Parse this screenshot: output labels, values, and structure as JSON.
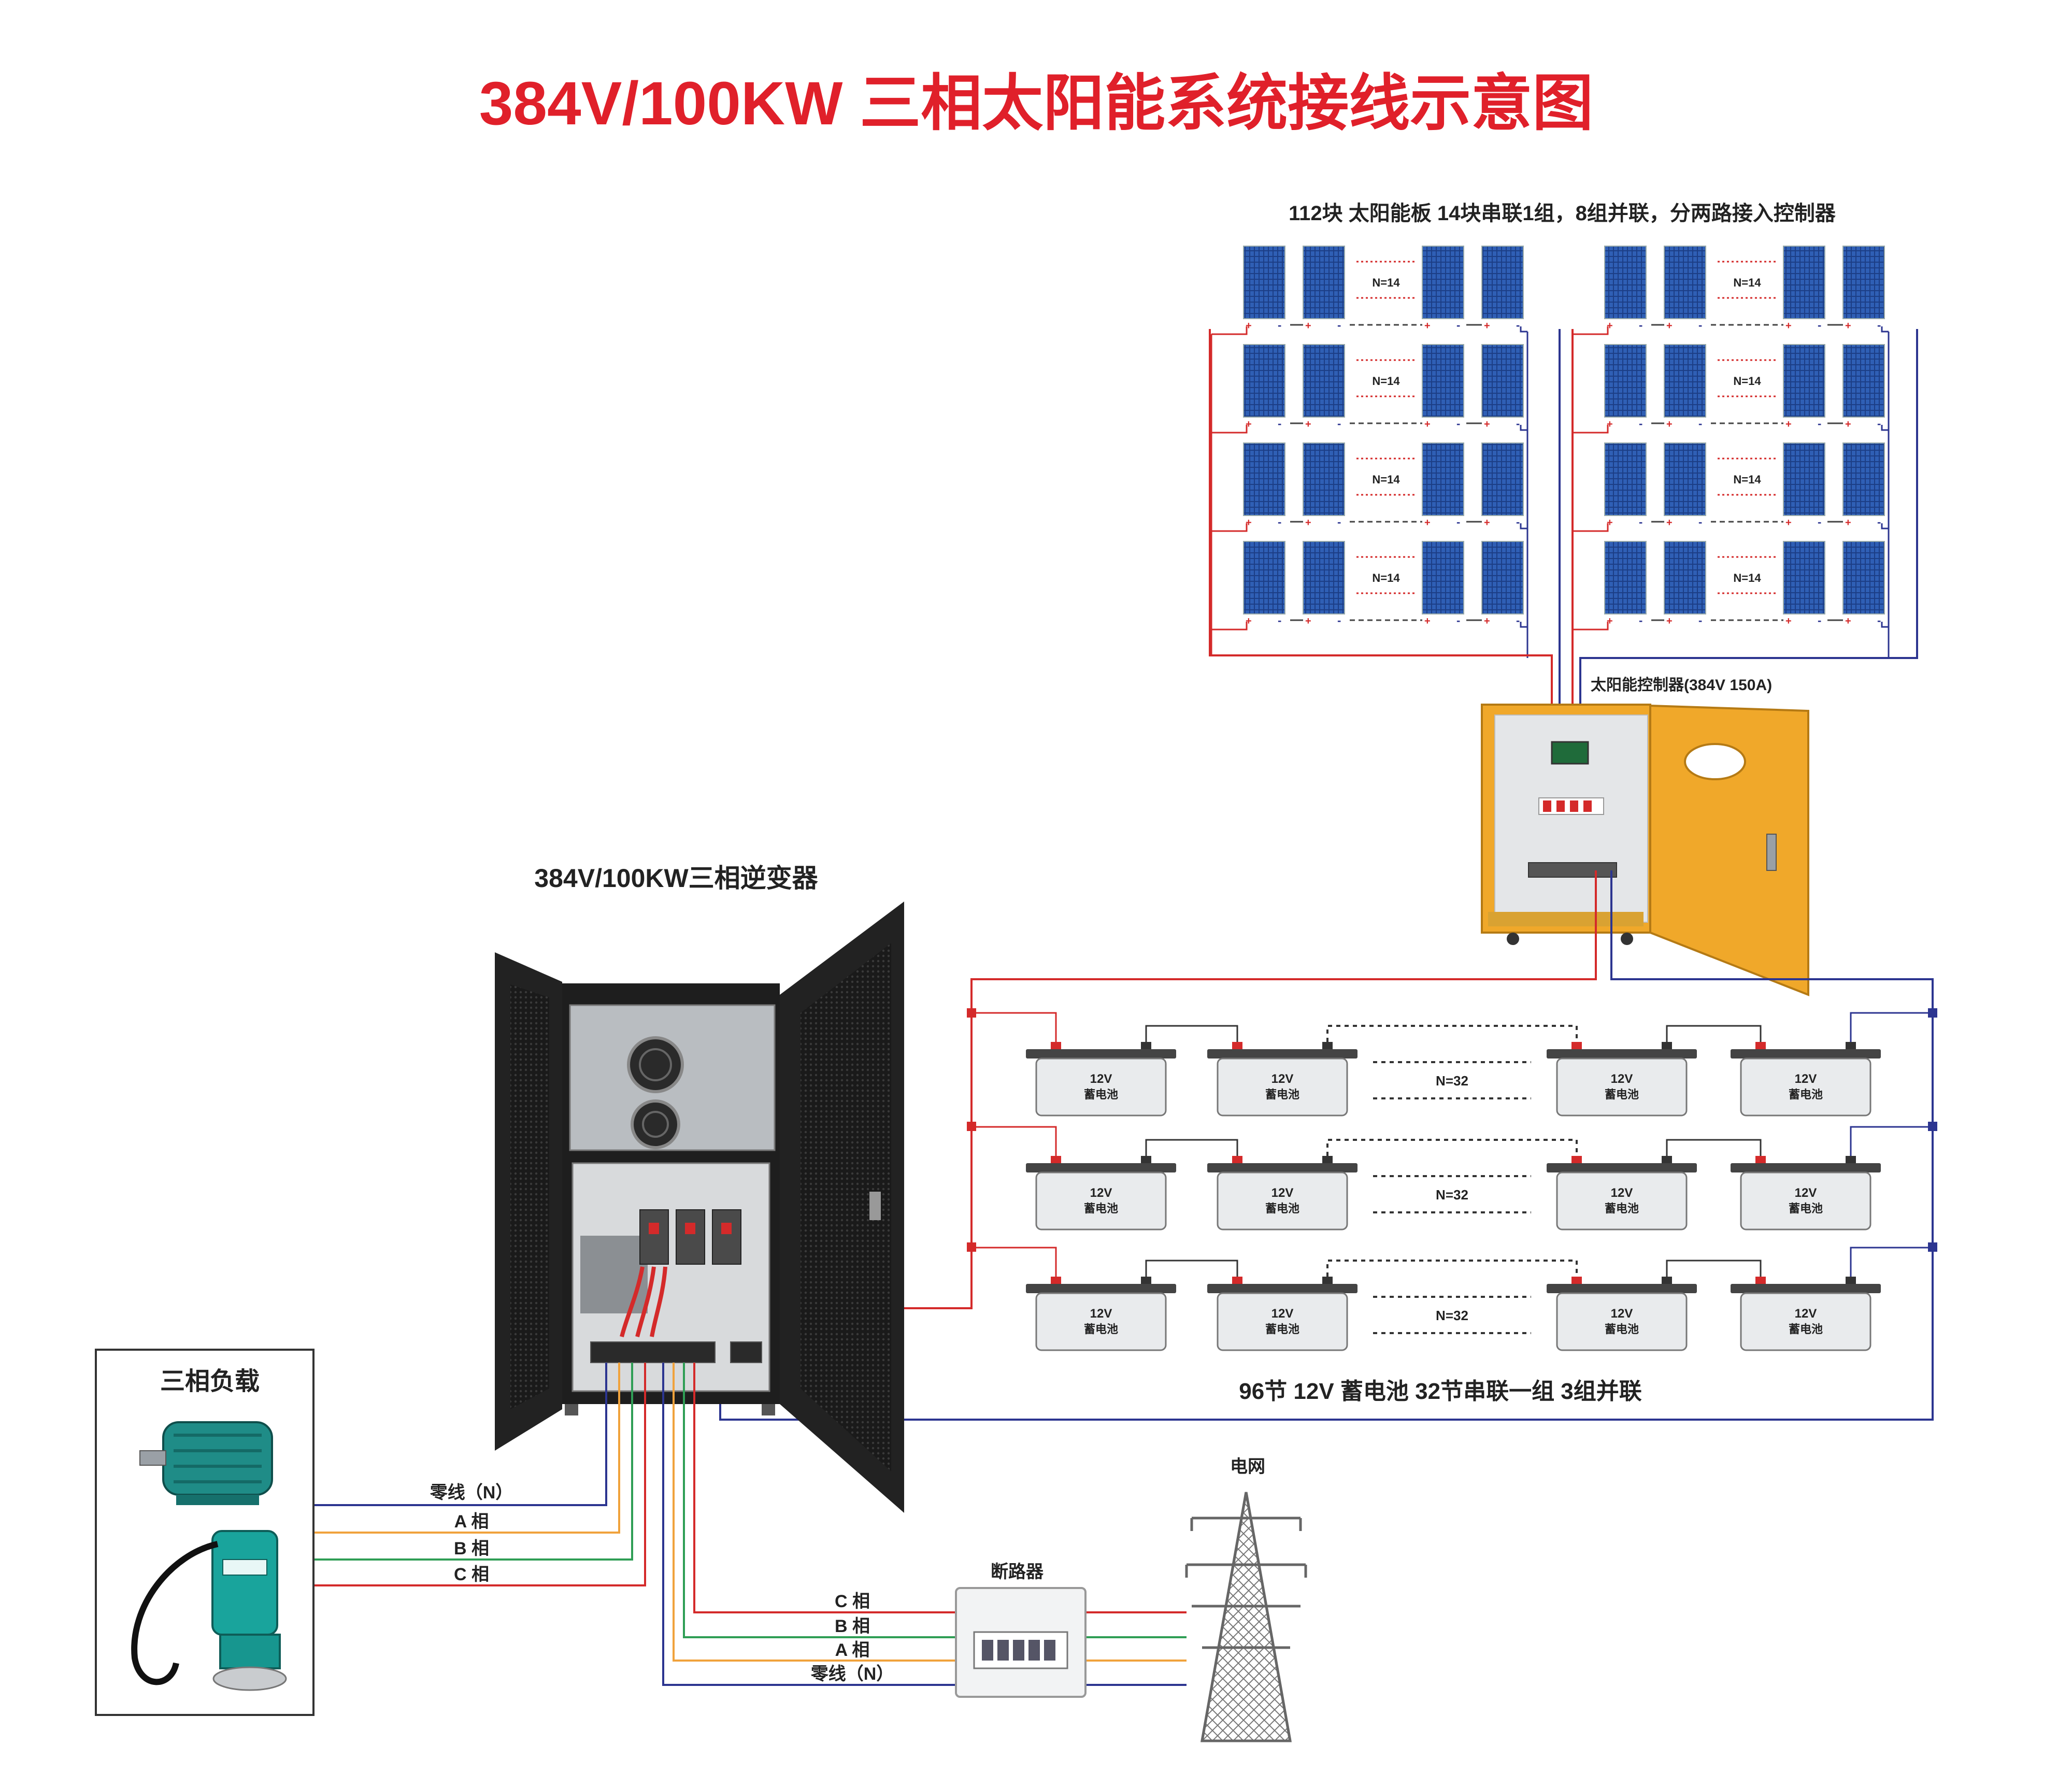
{
  "title": "384V/100KW  三相太阳能系统接线示意图",
  "solar": {
    "caption": "112块  太阳能板 14块串联1组，8组并联，分两路接入控制器",
    "series_label": "N=14",
    "rows": 4,
    "groups_per_row": 2
  },
  "controller": {
    "label": "太阳能控制器(384V 150A)"
  },
  "inverter": {
    "label": "384V/100KW三相逆变器"
  },
  "battery": {
    "voltage_label": "12V",
    "name_label": "蓄电池",
    "series_label": "N=32",
    "caption": "96节 12V 蓄电池 32节串联一组 3组并联",
    "rows": 3
  },
  "load": {
    "title": "三相负载",
    "lines": [
      "零线（N）",
      "A 相",
      "B 相",
      "C 相"
    ]
  },
  "breaker": {
    "title": "断路器",
    "lines": [
      "C 相",
      "B 相",
      "A 相",
      "零线（N）"
    ]
  },
  "grid": {
    "title": "电网"
  },
  "colors": {
    "title": "#e0202a",
    "pos_wire": "#d42a2a",
    "neg_wire": "#2c3590",
    "a_phase": "#f0a23c",
    "b_phase": "#2f9e55",
    "c_phase": "#d42a2a",
    "neutral": "#2c3590"
  }
}
